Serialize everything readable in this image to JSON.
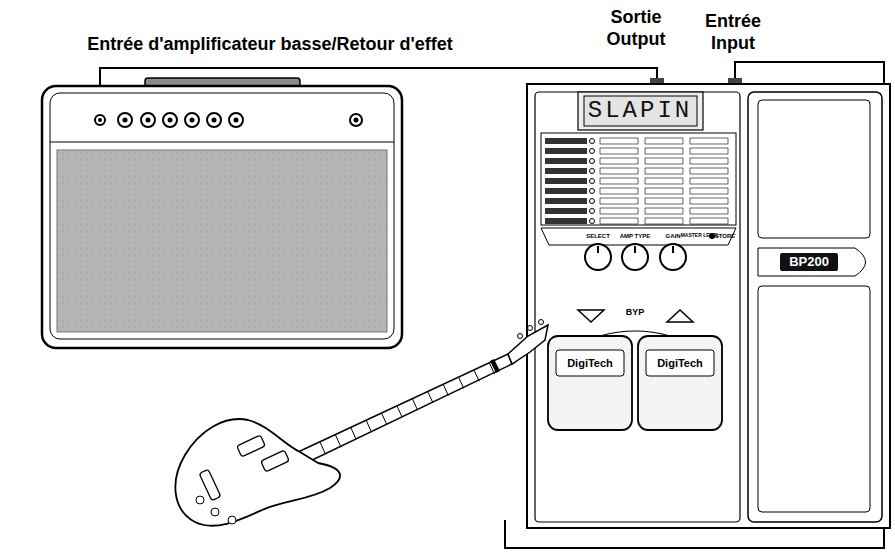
{
  "diagram": {
    "labels": [
      "Entrée d'amplificateur basse/Retour d'effet",
      "Sortie",
      "Output",
      "Entrée",
      "Input",
      "SLAPIN",
      "SELECT",
      "AMP TYPE",
      "GAIN",
      "MASTER LEVEL",
      "STORE",
      "BYP",
      "DigiTech",
      "DigiTech",
      "BP200"
    ]
  }
}
